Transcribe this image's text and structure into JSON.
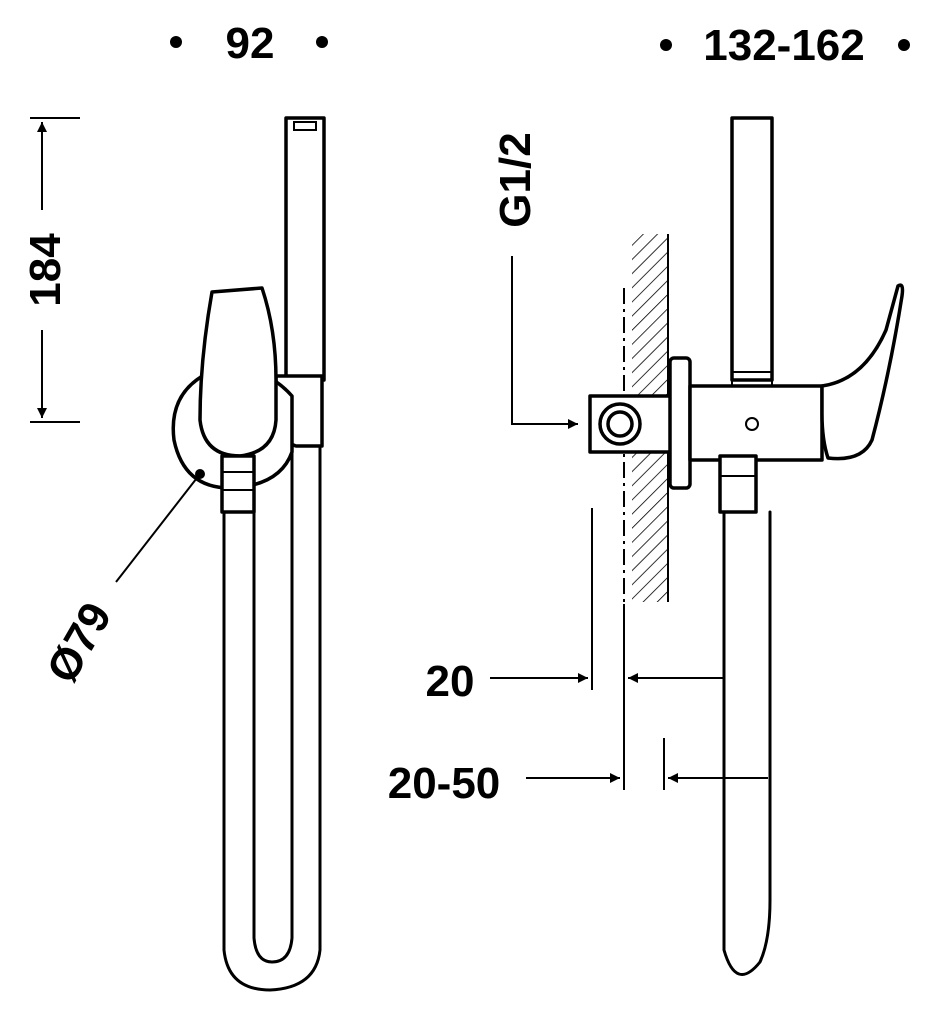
{
  "dimensions": {
    "width_front": "92",
    "height_front": "184",
    "diameter_rosette": "Ø79",
    "width_side": "132-162",
    "thread": "G1/2",
    "offset_a": "20",
    "offset_b": "20-50"
  }
}
